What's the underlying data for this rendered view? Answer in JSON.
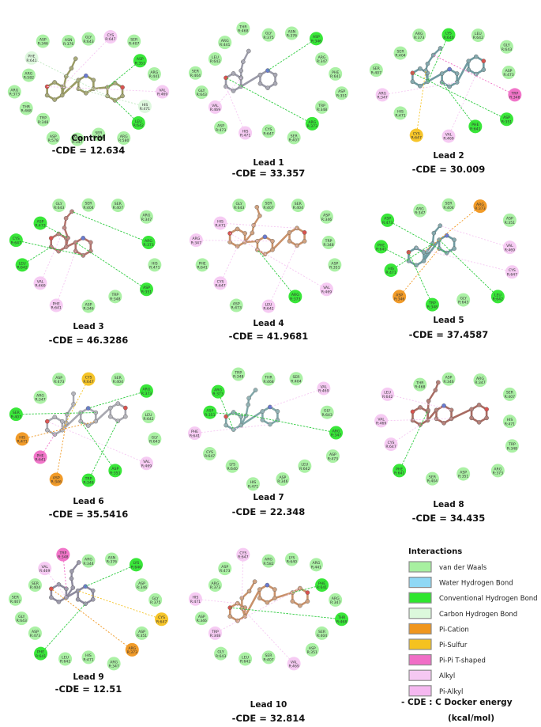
{
  "panels": [
    {
      "id": "control",
      "name": "Control",
      "energy": "-CDE = 12.634",
      "ligand_color": "#9a9b63",
      "residues": [
        {
          "label": "GLY R:643",
          "type": "vdw"
        },
        {
          "label": "CYS R:647",
          "type": "alkyl"
        },
        {
          "label": "SER R:407",
          "type": "vdw"
        },
        {
          "label": "ASP R:351",
          "type": "hbond"
        },
        {
          "label": "ARG R:441",
          "type": "vdw"
        },
        {
          "label": "VAL R:469",
          "type": "alkyl"
        },
        {
          "label": "HIS R:471",
          "type": "carbon"
        },
        {
          "label": "LEU R:642",
          "type": "hbond"
        },
        {
          "label": "ARG R:580",
          "type": "vdw"
        },
        {
          "label": "SER R:404",
          "type": "vdw"
        },
        {
          "label": "ARG R:347",
          "type": "vdw"
        },
        {
          "label": "ASP R:578",
          "type": "vdw"
        },
        {
          "label": "TRP R:348",
          "type": "vdw"
        },
        {
          "label": "THR R:468",
          "type": "vdw"
        },
        {
          "label": "ARG R:373",
          "type": "vdw"
        },
        {
          "label": "ARG R:582",
          "type": "vdw"
        },
        {
          "label": "PHE R:641",
          "type": "carbon"
        },
        {
          "label": "ASP R:346",
          "type": "vdw"
        },
        {
          "label": "ASN R:376",
          "type": "vdw"
        }
      ]
    },
    {
      "id": "lead1",
      "name": "Lead 1",
      "energy": "-CDE = 33.357",
      "ligand_color": "#9a9aa8",
      "residues": [
        {
          "label": "GLY R:375",
          "type": "vdw"
        },
        {
          "label": "ASN R:376",
          "type": "vdw"
        },
        {
          "label": "ASP R:346",
          "type": "hbond"
        },
        {
          "label": "ARG R:347",
          "type": "vdw"
        },
        {
          "label": "PHE R:641",
          "type": "vdw"
        },
        {
          "label": "ASP R:351",
          "type": "vdw"
        },
        {
          "label": "TRP R:348",
          "type": "vdw"
        },
        {
          "label": "ARG R:373",
          "type": "hbond"
        },
        {
          "label": "SER R:407",
          "type": "vdw"
        },
        {
          "label": "CYS R:647",
          "type": "vdw"
        },
        {
          "label": "HIS R:471",
          "type": "alkyl"
        },
        {
          "label": "ASP R:473",
          "type": "vdw"
        },
        {
          "label": "VAL R:469",
          "type": "alkyl"
        },
        {
          "label": "GLY R:643",
          "type": "vdw"
        },
        {
          "label": "SER R:404",
          "type": "vdw"
        },
        {
          "label": "LEU R:642",
          "type": "vdw"
        },
        {
          "label": "ARG R:441",
          "type": "vdw"
        },
        {
          "label": "THR R:468",
          "type": "vdw"
        }
      ]
    },
    {
      "id": "lead2",
      "name": "Lead 2",
      "energy": "-CDE = 30.009",
      "ligand_color": "#6f9aa0",
      "residues": [
        {
          "label": "LYS R:640",
          "type": "hbond"
        },
        {
          "label": "LEU R:642",
          "type": "vdw"
        },
        {
          "label": "GLY R:643",
          "type": "vdw"
        },
        {
          "label": "ASP R:473",
          "type": "vdw"
        },
        {
          "label": "TRP R:348",
          "type": "pipi"
        },
        {
          "label": "ASP R:351",
          "type": "hbond"
        },
        {
          "label": "PHE R:641",
          "type": "hbond"
        },
        {
          "label": "VAL R:469",
          "type": "alkyl"
        },
        {
          "label": "CYS R:647",
          "type": "sulfur"
        },
        {
          "label": "HIS R:471",
          "type": "vdw"
        },
        {
          "label": "ARG R:347",
          "type": "alkyl"
        },
        {
          "label": "SER R:407",
          "type": "vdw"
        },
        {
          "label": "SER R:404",
          "type": "vdw"
        },
        {
          "label": "ARG R:373",
          "type": "vdw"
        }
      ]
    },
    {
      "id": "lead3",
      "name": "Lead 3",
      "energy": "-CDE = 46.3286",
      "ligand_color": "#b2726c",
      "residues": [
        {
          "label": "SER R:404",
          "type": "vdw"
        },
        {
          "label": "SER R:407",
          "type": "vdw"
        },
        {
          "label": "ARG R:347",
          "type": "vdw"
        },
        {
          "label": "ARG R:373",
          "type": "hbond"
        },
        {
          "label": "HIS R:471",
          "type": "vdw"
        },
        {
          "label": "ASP R:351",
          "type": "hbond"
        },
        {
          "label": "TRP R:348",
          "type": "vdw"
        },
        {
          "label": "ASP R:346",
          "type": "vdw"
        },
        {
          "label": "PHE R:641",
          "type": "alkyl"
        },
        {
          "label": "VAL R:469",
          "type": "alkyl"
        },
        {
          "label": "LEU R:642",
          "type": "hbond"
        },
        {
          "label": "CYS R:647",
          "type": "hbond"
        },
        {
          "label": "ASP R:473",
          "type": "hbond"
        },
        {
          "label": "GLY R:643",
          "type": "vdw"
        }
      ]
    },
    {
      "id": "lead4",
      "name": "Lead 4",
      "energy": "-CDE = 41.9681",
      "ligand_color": "#c8916a",
      "residues": [
        {
          "label": "SER R:407",
          "type": "vdw"
        },
        {
          "label": "SER R:404",
          "type": "vdw"
        },
        {
          "label": "ASP R:346",
          "type": "vdw"
        },
        {
          "label": "TRP R:348",
          "type": "vdw"
        },
        {
          "label": "ASP R:351",
          "type": "vdw"
        },
        {
          "label": "VAL R:469",
          "type": "alkyl"
        },
        {
          "label": "ARG R:373",
          "type": "hbond"
        },
        {
          "label": "LEU R:642",
          "type": "alkyl"
        },
        {
          "label": "ASP R:473",
          "type": "vdw"
        },
        {
          "label": "CYS R:647",
          "type": "alkyl"
        },
        {
          "label": "PHE R:641",
          "type": "vdw"
        },
        {
          "label": "ARG R:347",
          "type": "alkyl"
        },
        {
          "label": "HIS R:471",
          "type": "alkyl"
        },
        {
          "label": "GLY R:643",
          "type": "vdw"
        }
      ]
    },
    {
      "id": "lead5",
      "name": "Lead 5",
      "energy": "-CDE = 37.4587",
      "ligand_color": "#6f9aa0",
      "residues": [
        {
          "label": "SER R:404",
          "type": "vdw"
        },
        {
          "label": "ARG R:373",
          "type": "cation"
        },
        {
          "label": "ASP R:351",
          "type": "vdw"
        },
        {
          "label": "VAL R:469",
          "type": "alkyl"
        },
        {
          "label": "CYS R:647",
          "type": "alkyl"
        },
        {
          "label": "LEU R:642",
          "type": "hbond"
        },
        {
          "label": "GLY R:643",
          "type": "vdw"
        },
        {
          "label": "TRP R:348",
          "type": "hbond"
        },
        {
          "label": "ASP R:346",
          "type": "cation"
        },
        {
          "label": "HIS R:471",
          "type": "hbond"
        },
        {
          "label": "PHE R:641",
          "type": "hbond"
        },
        {
          "label": "ASP R:473",
          "type": "hbond"
        },
        {
          "label": "ARG R:347",
          "type": "vdw"
        }
      ]
    },
    {
      "id": "lead6",
      "name": "Lead 6",
      "energy": "-CDE = 35.5416",
      "ligand_color": "#a8a8b0",
      "residues": [
        {
          "label": "CYS R:647",
          "type": "sulfur"
        },
        {
          "label": "SER R:404",
          "type": "vdw"
        },
        {
          "label": "ARG R:373",
          "type": "hbond"
        },
        {
          "label": "LEU R:642",
          "type": "vdw"
        },
        {
          "label": "GLY R:643",
          "type": "vdw"
        },
        {
          "label": "VAL R:469",
          "type": "alkyl"
        },
        {
          "label": "ASP R:351",
          "type": "hbond"
        },
        {
          "label": "TRP R:348",
          "type": "hbond"
        },
        {
          "label": "ASP R:346",
          "type": "cation"
        },
        {
          "label": "PHE R:641",
          "type": "pipi"
        },
        {
          "label": "HIS R:471",
          "type": "cation"
        },
        {
          "label": "SER R:407",
          "type": "hbond"
        },
        {
          "label": "ARG R:347",
          "type": "vdw"
        },
        {
          "label": "ASP R:473",
          "type": "vdw"
        }
      ]
    },
    {
      "id": "lead7",
      "name": "Lead 7",
      "energy": "-CDE = 22.348",
      "ligand_color": "#7fa6a8",
      "residues": [
        {
          "label": "THR R:468",
          "type": "vdw"
        },
        {
          "label": "SER R:404",
          "type": "vdw"
        },
        {
          "label": "VAL R:469",
          "type": "alkyl"
        },
        {
          "label": "GLY R:643",
          "type": "vdw"
        },
        {
          "label": "ARG R:347",
          "type": "hbond"
        },
        {
          "label": "ASP R:473",
          "type": "vdw"
        },
        {
          "label": "LEU R:642",
          "type": "vdw"
        },
        {
          "label": "ASP R:346",
          "type": "vdw"
        },
        {
          "label": "HIS R:471",
          "type": "vdw"
        },
        {
          "label": "LYS R:640",
          "type": "vdw"
        },
        {
          "label": "CYS R:647",
          "type": "vdw"
        },
        {
          "label": "PHE R:641",
          "type": "alkyl"
        },
        {
          "label": "ASP R:351",
          "type": "hbond"
        },
        {
          "label": "ARG R:373",
          "type": "hbond"
        },
        {
          "label": "TRP R:348",
          "type": "vdw"
        }
      ]
    },
    {
      "id": "lead8",
      "name": "Lead 8",
      "energy": "-CDE = 34.435",
      "ligand_color": "#a86b62",
      "residues": [
        {
          "label": "ASP R:346",
          "type": "vdw"
        },
        {
          "label": "ARG R:347",
          "type": "vdw"
        },
        {
          "label": "SER R:407",
          "type": "vdw"
        },
        {
          "label": "HIS R:471",
          "type": "vdw"
        },
        {
          "label": "TRP R:348",
          "type": "vdw"
        },
        {
          "label": "ARG R:373",
          "type": "vdw"
        },
        {
          "label": "ASP R:351",
          "type": "vdw"
        },
        {
          "label": "SER R:404",
          "type": "vdw"
        },
        {
          "label": "PHE R:641",
          "type": "hbond"
        },
        {
          "label": "CYS R:647",
          "type": "alkyl"
        },
        {
          "label": "VAL R:469",
          "type": "alkyl"
        },
        {
          "label": "LEU R:642",
          "type": "alkyl"
        },
        {
          "label": "THR R:468",
          "type": "vdw"
        }
      ]
    },
    {
      "id": "lead9",
      "name": "Lead 9",
      "energy": "-CDE = 12.51",
      "ligand_color": "#8d8a9e",
      "residues": [
        {
          "label": "ARG R:344",
          "type": "vdw"
        },
        {
          "label": "ASN R:376",
          "type": "vdw"
        },
        {
          "label": "LYS R:640",
          "type": "hbond"
        },
        {
          "label": "ASP R:346",
          "type": "vdw"
        },
        {
          "label": "GLY R:375",
          "type": "vdw"
        },
        {
          "label": "CYS R:647",
          "type": "sulfur"
        },
        {
          "label": "ASP R:351",
          "type": "vdw"
        },
        {
          "label": "ARG R:373",
          "type": "cation"
        },
        {
          "label": "ARG R:347",
          "type": "vdw"
        },
        {
          "label": "HIS R:471",
          "type": "vdw"
        },
        {
          "label": "LEU R:642",
          "type": "vdw"
        },
        {
          "label": "PHE R:641",
          "type": "hbond"
        },
        {
          "label": "ASP R:473",
          "type": "vdw"
        },
        {
          "label": "GLY R:643",
          "type": "vdw"
        },
        {
          "label": "SER R:407",
          "type": "vdw"
        },
        {
          "label": "SER R:404",
          "type": "vdw"
        },
        {
          "label": "VAL R:469",
          "type": "alkyl"
        },
        {
          "label": "TRP R:348",
          "type": "pipi"
        }
      ]
    },
    {
      "id": "lead10",
      "name": "Lead 10",
      "energy": "-CDE = 32.814",
      "ligand_color": "#c8916a",
      "residues": [
        {
          "label": "ARG R:582",
          "type": "vdw"
        },
        {
          "label": "LYS R:640",
          "type": "vdw"
        },
        {
          "label": "ARG R:441",
          "type": "vdw"
        },
        {
          "label": "PHE R:641",
          "type": "hbond"
        },
        {
          "label": "ARG R:347",
          "type": "vdw"
        },
        {
          "label": "THR R:468",
          "type": "hbond"
        },
        {
          "label": "SER R:404",
          "type": "vdw"
        },
        {
          "label": "ASP R:351",
          "type": "vdw"
        },
        {
          "label": "VAL R:469",
          "type": "alkyl"
        },
        {
          "label": "SER R:407",
          "type": "vdw"
        },
        {
          "label": "LEU R:642",
          "type": "vdw"
        },
        {
          "label": "GLY R:643",
          "type": "vdw"
        },
        {
          "label": "TRP R:348",
          "type": "alkyl"
        },
        {
          "label": "ASP R:346",
          "type": "vdw"
        },
        {
          "label": "HIS R:471",
          "type": "alkyl"
        },
        {
          "label": "ARG R:373",
          "type": "vdw"
        },
        {
          "label": "ASP R:473",
          "type": "vdw"
        },
        {
          "label": "CYS R:647",
          "type": "alkyl"
        }
      ]
    }
  ],
  "legend": {
    "title": "Interactions",
    "items": [
      {
        "key": "vdw",
        "label": "van der Waals",
        "color": "#a7f0a0"
      },
      {
        "key": "water",
        "label": "Water Hydrogen Bond",
        "color": "#8fd8f5"
      },
      {
        "key": "hbond",
        "label": "Conventional Hydrogen Bond",
        "color": "#2ee62e"
      },
      {
        "key": "carbon",
        "label": "Carbon Hydrogen Bond",
        "color": "#dcf8dc"
      },
      {
        "key": "cation",
        "label": "Pi-Cation",
        "color": "#f0961e"
      },
      {
        "key": "sulfur",
        "label": "Pi-Sulfur",
        "color": "#f5c21f"
      },
      {
        "key": "pipi",
        "label": "Pi-Pi T-shaped",
        "color": "#f06ec6"
      },
      {
        "key": "alkyl",
        "label": "Alkyl",
        "color": "#f5c8f2"
      },
      {
        "key": "pialkyl",
        "label": "Pi-Alkyl",
        "color": "#f5b8f0"
      }
    ],
    "note_line1": "- CDE : C Docker energy",
    "note_line2": "(kcal/mol)"
  }
}
